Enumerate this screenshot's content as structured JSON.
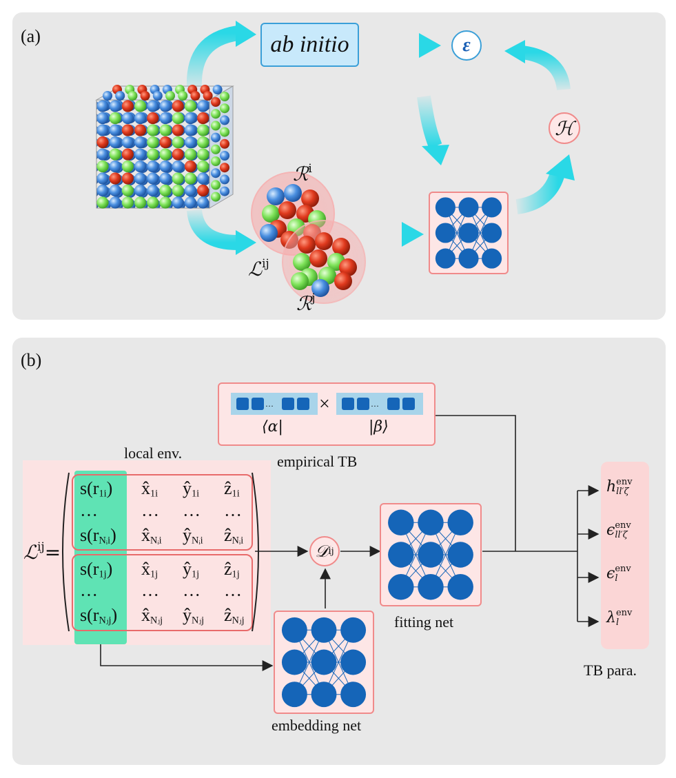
{
  "panel_a": {
    "label": "(a)",
    "ab_initio": "ab initio",
    "epsilon": "ε",
    "hamiltonian": "ℋ",
    "R_i": "ℛ",
    "R_i_sup": "i",
    "R_j": "ℛ",
    "R_j_sup": "j",
    "L_ij": "ℒ",
    "L_ij_sup": "ij"
  },
  "panel_b": {
    "label": "(b)",
    "empirical_tb": "empirical TB",
    "alpha_ket": "⟨α|",
    "beta_ket": "|β⟩",
    "times": "×",
    "dots_small": "···",
    "local_env": "local  env.",
    "L_lhs": "ℒ",
    "L_lhs_sup": "ij",
    "equals": "=",
    "matrix_rows": [
      {
        "s": "s(r",
        "s_sub": "1i",
        "x": "x̂",
        "x_sub": "1i",
        "y": "ŷ",
        "y_sub": "1i",
        "z": "ẑ",
        "z_sub": "1i"
      },
      {
        "s": "···",
        "s_sub": "",
        "x": "···",
        "x_sub": "",
        "y": "···",
        "y_sub": "",
        "z": "···",
        "z_sub": ""
      },
      {
        "s": "s(r",
        "s_sub": "Nᵢi",
        "x": "x̂",
        "x_sub": "Nᵢi",
        "y": "ŷ",
        "y_sub": "Nᵢi",
        "z": "ẑ",
        "z_sub": "Nᵢi"
      },
      {
        "s": "s(r",
        "s_sub": "1j",
        "x": "x̂",
        "x_sub": "1j",
        "y": "ŷ",
        "y_sub": "1j",
        "z": "ẑ",
        "z_sub": "1j"
      },
      {
        "s": "···",
        "s_sub": "",
        "x": "···",
        "x_sub": "",
        "y": "···",
        "y_sub": "",
        "z": "···",
        "z_sub": ""
      },
      {
        "s": "s(r",
        "s_sub": "Nⱼj",
        "x": "x̂",
        "x_sub": "Nⱼj",
        "y": "ŷ",
        "y_sub": "Nⱼj",
        "z": "ẑ",
        "z_sub": "Nⱼj"
      }
    ],
    "D_ij": "𝒟",
    "D_ij_sup": "ij",
    "fitting_net": "fitting net",
    "embedding_net": "embedding net",
    "tb_para": "TB para.",
    "outputs": [
      {
        "sym": "h",
        "sup": "env",
        "sub": "ll′ζ"
      },
      {
        "sym": "ϵ",
        "sup": "env",
        "sub": "ll′ζ"
      },
      {
        "sym": "ϵ",
        "sup": "env",
        "sub": "l"
      },
      {
        "sym": "λ",
        "sup": "env",
        "sub": "l"
      }
    ]
  },
  "colors": {
    "panel_bg": "#e8e8e8",
    "node_blue": "#1565b8",
    "arrow_cyan": "#2ad8e6",
    "box_pink": "#fde6e6",
    "border_pink": "#f08a8a",
    "highlight_green": "#5fe3b4",
    "atom_red": "#e03a1e",
    "atom_green": "#7fe35a",
    "atom_blue": "#4a8fe0"
  }
}
